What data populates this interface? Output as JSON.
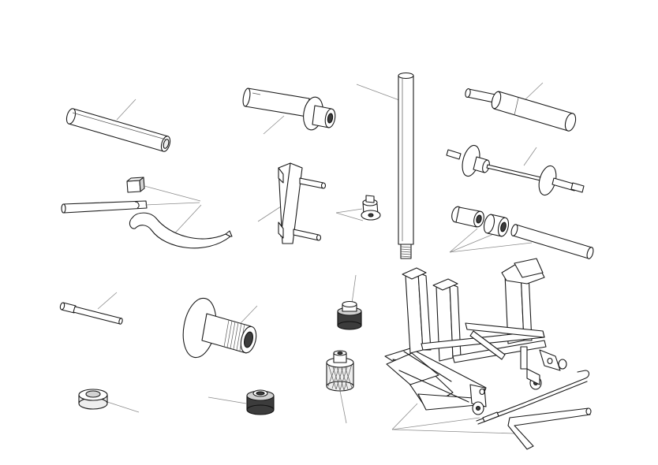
{
  "figure": {
    "background": "#ffffff",
    "line_color": "#1a1a1a",
    "leader_color": "#8c8c8c",
    "parts": [
      "drift-rod-left",
      "stepped-driver",
      "long-drift-rod",
      "stepped-drift-top-right",
      "puller-shaft",
      "small-cube",
      "flat-bar",
      "hook-spanner",
      "h-frame-holder",
      "small-nut-tool",
      "bushing-driver-set",
      "pin-punch",
      "flanged-threaded-sleeve",
      "dark-collar-small",
      "knurled-sleeve",
      "low-ring-bushing",
      "dark-collar-lower",
      "engine-support-fixture",
      "crank-handle"
    ]
  }
}
